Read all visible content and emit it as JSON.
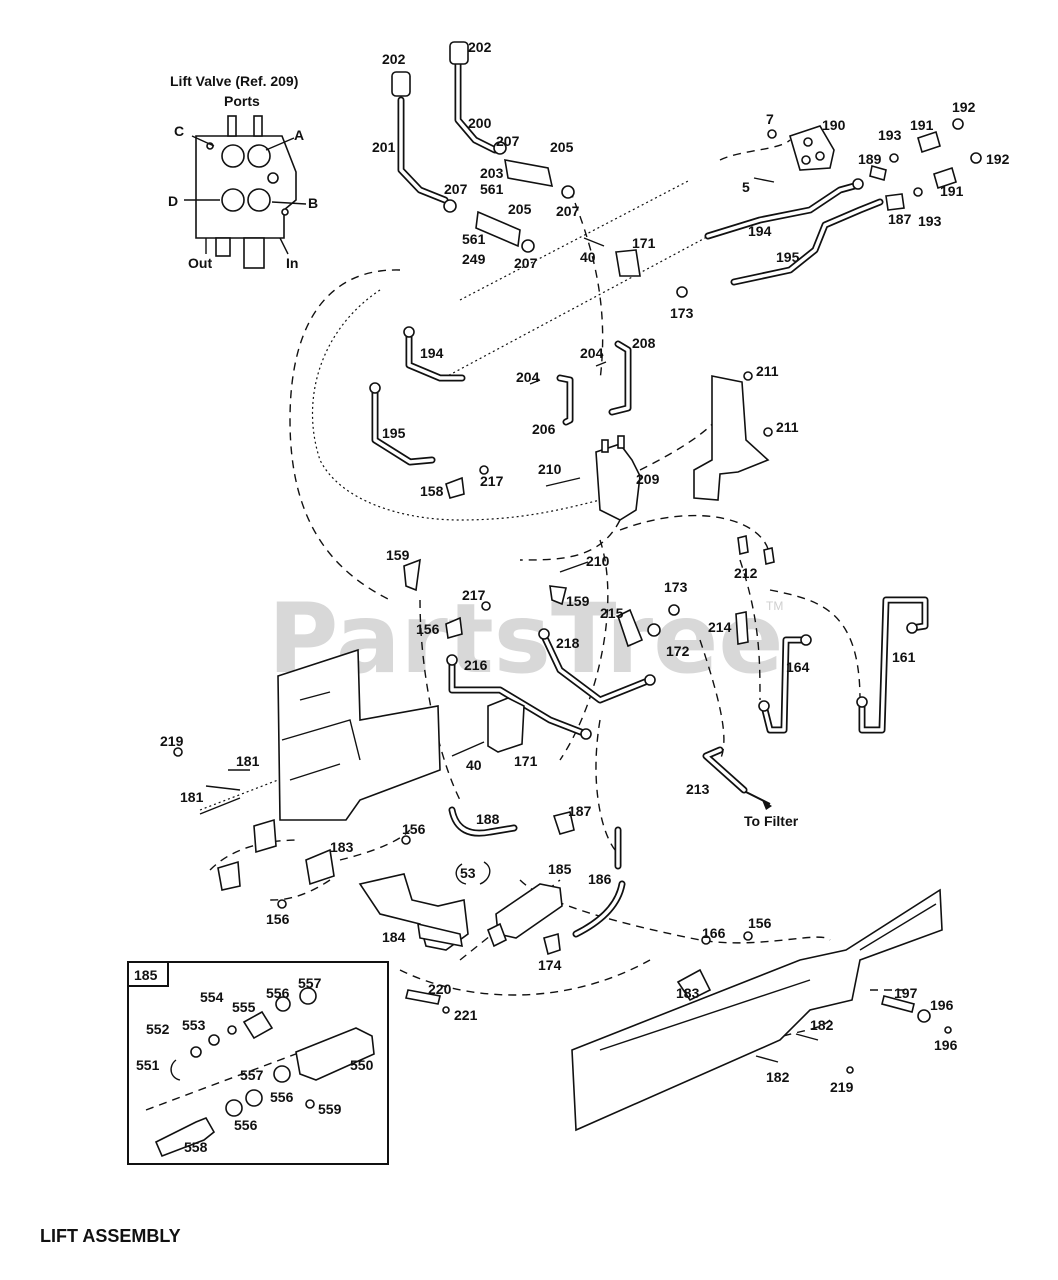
{
  "diagram": {
    "title": "LIFT ASSEMBLY",
    "watermark": "PartsTree",
    "trademark": "TM",
    "valve_inset": {
      "title": "Lift Valve (Ref. 209)",
      "subtitle": "Ports",
      "ports": [
        "C",
        "A",
        "D",
        "B"
      ],
      "out_label": "Out",
      "in_label": "In"
    },
    "cylinder_inset": {
      "ref": "185"
    },
    "filter_label": "To Filter",
    "part_labels": [
      "202",
      "202",
      "200",
      "201",
      "207",
      "205",
      "203",
      "561",
      "207",
      "205",
      "207",
      "561",
      "249",
      "207",
      "7",
      "190",
      "192",
      "193",
      "191",
      "189",
      "192",
      "191",
      "187",
      "193",
      "5",
      "194",
      "195",
      "171",
      "40",
      "173",
      "208",
      "204",
      "204",
      "194",
      "206",
      "195",
      "211",
      "211",
      "210",
      "209",
      "158",
      "217",
      "159",
      "210",
      "212",
      "217",
      "159",
      "173",
      "215",
      "214",
      "156",
      "218",
      "172",
      "216",
      "164",
      "161",
      "171",
      "40",
      "219",
      "181",
      "181",
      "213",
      "188",
      "187",
      "156",
      "183",
      "53",
      "185",
      "186",
      "156",
      "166",
      "156",
      "184",
      "174",
      "183",
      "220",
      "221",
      "197",
      "196",
      "182",
      "196",
      "182",
      "219",
      "557",
      "554",
      "555",
      "556",
      "552",
      "553",
      "551",
      "550",
      "557",
      "556",
      "559",
      "556",
      "558"
    ]
  }
}
